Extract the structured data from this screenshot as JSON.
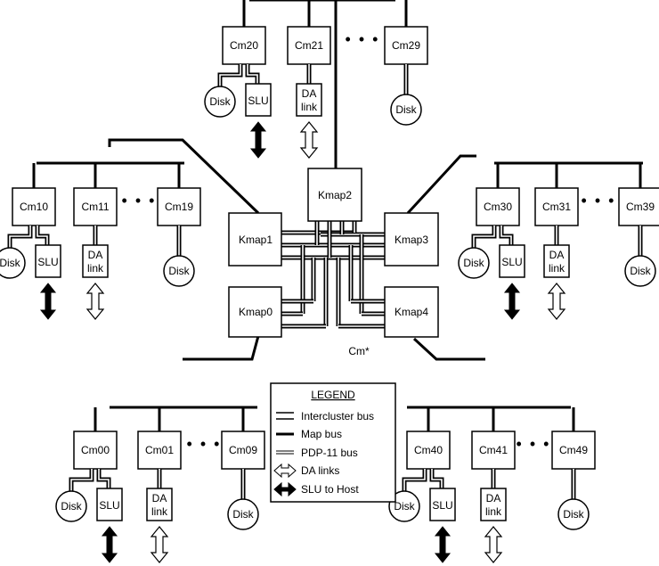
{
  "clusters": [
    {
      "id": "2",
      "modules": [
        {
          "label": "Cm20"
        },
        {
          "label": "Cm21"
        },
        {
          "label": "Cm29"
        }
      ],
      "kmap": "Kmap2"
    },
    {
      "id": "1",
      "modules": [
        {
          "label": "Cm10"
        },
        {
          "label": "Cm11"
        },
        {
          "label": "Cm19"
        }
      ],
      "kmap": "Kmap1"
    },
    {
      "id": "3",
      "modules": [
        {
          "label": "Cm30"
        },
        {
          "label": "Cm31"
        },
        {
          "label": "Cm39"
        }
      ],
      "kmap": "Kmap3"
    },
    {
      "id": "0",
      "modules": [
        {
          "label": "Cm00"
        },
        {
          "label": "Cm01"
        },
        {
          "label": "Cm09"
        }
      ],
      "kmap": "Kmap0"
    },
    {
      "id": "4",
      "modules": [
        {
          "label": "Cm40"
        },
        {
          "label": "Cm41"
        },
        {
          "label": "Cm49"
        }
      ],
      "kmap": "Kmap4"
    }
  ],
  "labels": {
    "disk": "Disk",
    "slu": "SLU",
    "da_line1": "DA",
    "da_line2": "link",
    "ellipsis": "• • •",
    "system": "Cm*"
  },
  "legend": {
    "title": "LEGEND",
    "items": [
      {
        "label": "Intercluster bus",
        "icon": "intercluster-bus-icon"
      },
      {
        "label": "Map bus",
        "icon": "map-bus-icon"
      },
      {
        "label": "PDP-11 bus",
        "icon": "pdp11-bus-icon"
      },
      {
        "label": "DA links",
        "icon": "hollow-double-arrow-icon"
      },
      {
        "label": "SLU to Host",
        "icon": "solid-double-arrow-icon"
      }
    ]
  }
}
